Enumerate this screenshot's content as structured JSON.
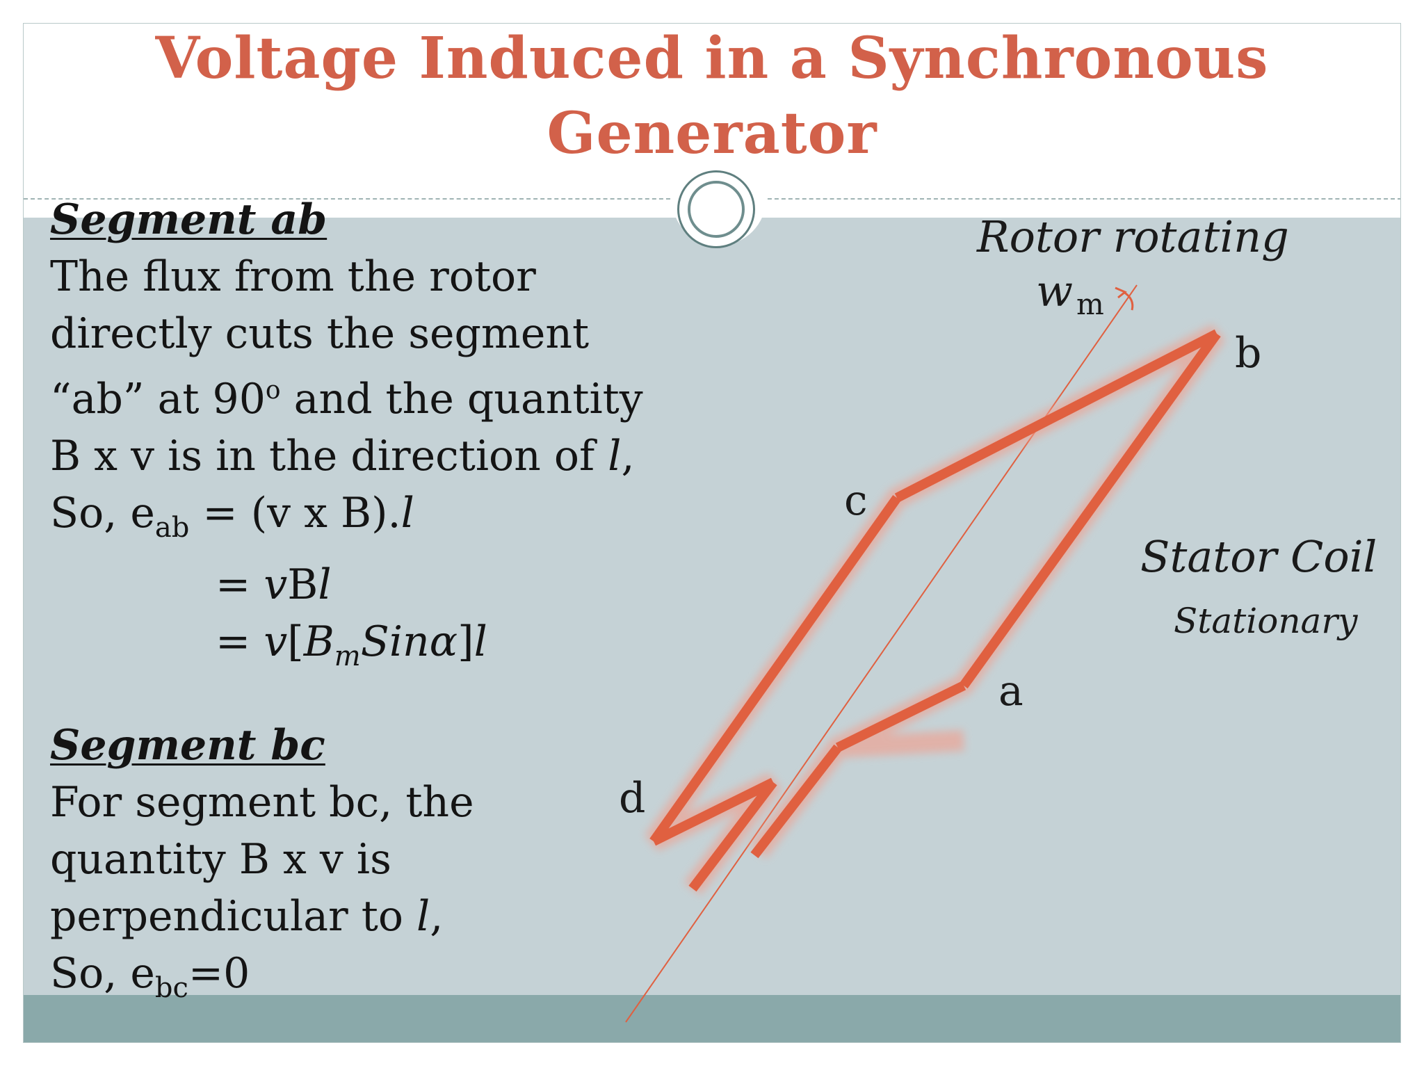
{
  "title": "Voltage Induced in a Synchronous Generator",
  "left_text": {
    "segment_ab": {
      "heading": "Segment ab",
      "line1": "The flux from the rotor",
      "line2": "directly cuts the segment",
      "line3_pre": "“ab” at 90",
      "line3_deg": "o",
      "line3_post": " and the quantity",
      "line4_pre": "B x v is in the direction of ",
      "line4_l": "l",
      "line4_post": ",",
      "eq1_pre": "So, e",
      "eq1_sub": "ab",
      "eq1_mid": " = (v x B).",
      "eq1_l": "l",
      "eq2_pre": "= ",
      "eq2_v": "v",
      "eq2_mid": "B",
      "eq2_l": "l",
      "eq3_pre": "= ",
      "eq3_v": "v",
      "eq3_open": "[",
      "eq3_B": "B",
      "eq3_m": "m",
      "eq3_sin": "Sinα",
      "eq3_close": "]",
      "eq3_l": "l"
    },
    "segment_bc": {
      "heading": "Segment bc",
      "line1": "For segment bc, the",
      "line2": "quantity B x v is",
      "line3_pre": "perpendicular to ",
      "line3_l": "l",
      "line3_post": ",",
      "eq_pre": "So, e",
      "eq_sub": "bc",
      "eq_post": "=0"
    }
  },
  "diagram": {
    "rotor_label": "Rotor rotating",
    "omega": "w",
    "omega_sub": "m",
    "stator_label": "Stator Coil",
    "stationary_label": "Stationary",
    "point_a": "a",
    "point_b": "b",
    "point_c": "c",
    "point_d": "d"
  },
  "colors": {
    "title": "#d2614a",
    "coil": "#e06040",
    "coil_glow": "#f0a090",
    "content_background": "#c5d2d6",
    "footer": "#8aa9aa"
  }
}
